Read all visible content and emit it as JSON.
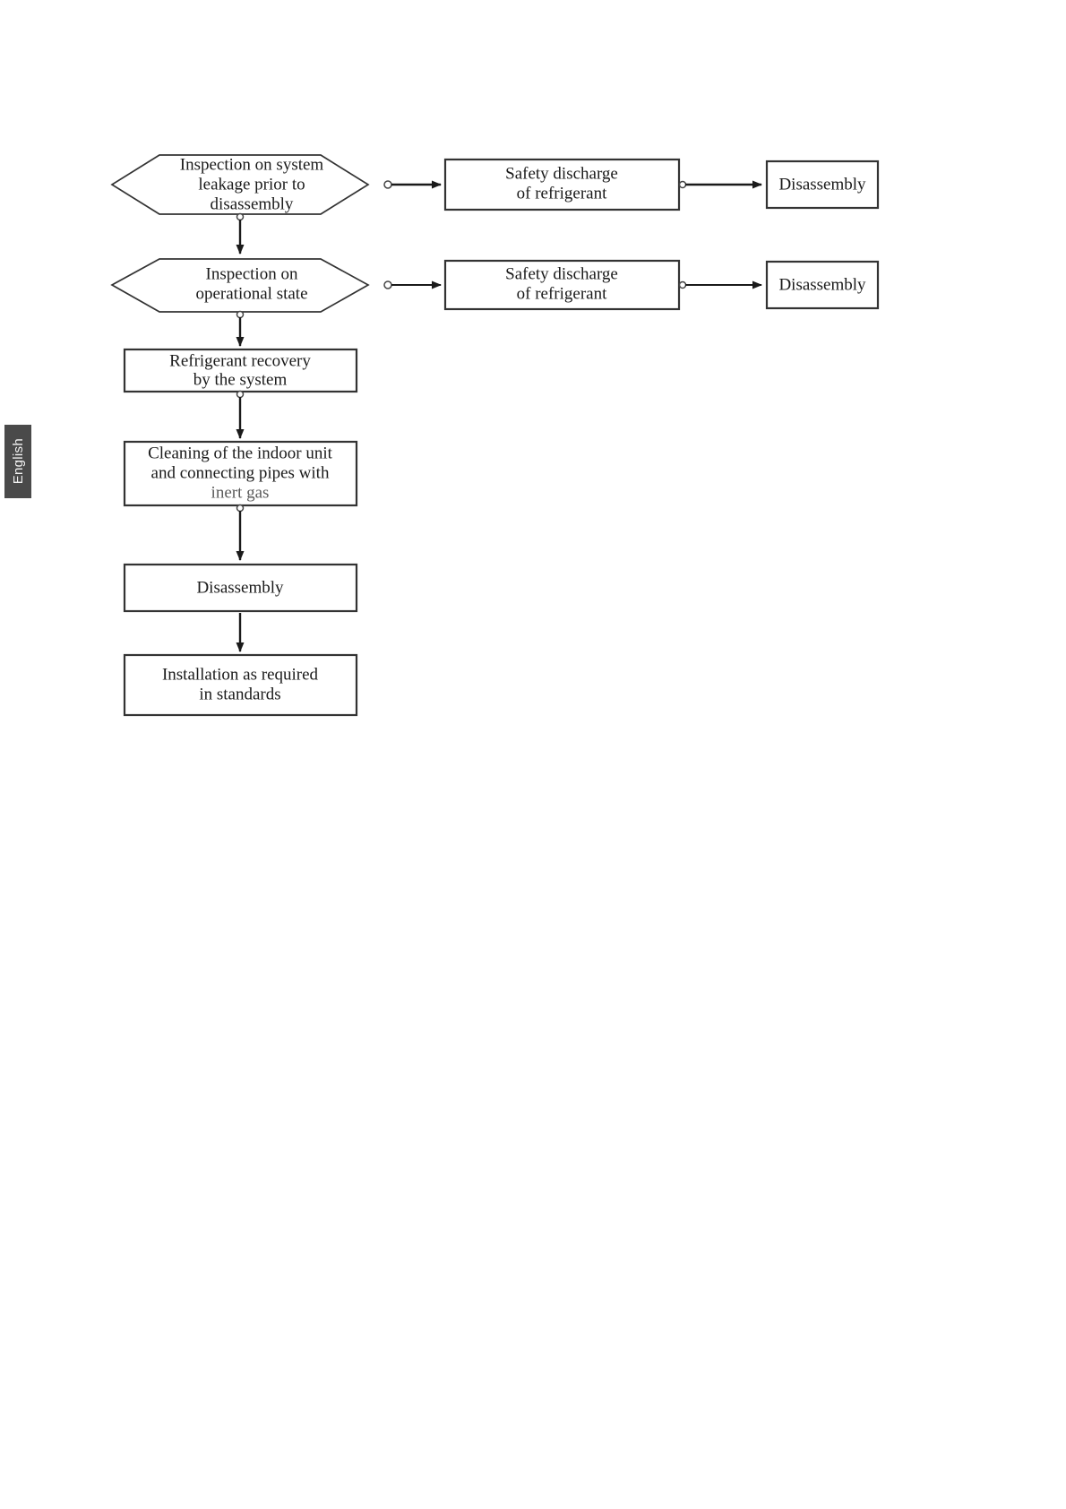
{
  "page": {
    "side_tab_label": "English",
    "background_color": "#ffffff",
    "stroke_color": "#333333",
    "text_color": "#1a1a1a",
    "tab_color": "#4a4a4a"
  },
  "diagram": {
    "type": "flowchart",
    "title": "",
    "nodes": [
      {
        "id": "n1",
        "shape": "hexagon",
        "lines": [
          "Inspection on system",
          "leakage prior to",
          "disassembly"
        ]
      },
      {
        "id": "n2",
        "shape": "rectangle",
        "lines": [
          "Safety discharge",
          "of refrigerant"
        ]
      },
      {
        "id": "n3",
        "shape": "rectangle",
        "lines": [
          "Disassembly"
        ]
      },
      {
        "id": "n4",
        "shape": "hexagon",
        "lines": [
          "Inspection on",
          "operational state"
        ]
      },
      {
        "id": "n5",
        "shape": "rectangle",
        "lines": [
          "Safety discharge",
          "of refrigerant"
        ]
      },
      {
        "id": "n6",
        "shape": "rectangle",
        "lines": [
          "Disassembly"
        ]
      },
      {
        "id": "n7",
        "shape": "rectangle",
        "lines": [
          "Refrigerant recovery",
          "by the system"
        ]
      },
      {
        "id": "n8",
        "shape": "rectangle",
        "lines": [
          "Cleaning of the indoor unit",
          "and connecting pipes with",
          "inert gas"
        ]
      },
      {
        "id": "n9",
        "shape": "rectangle",
        "lines": [
          "Disassembly"
        ]
      },
      {
        "id": "n10",
        "shape": "rectangle",
        "lines": [
          "Installation as required",
          "in standards"
        ]
      }
    ],
    "edges": [
      {
        "from": "n1",
        "to": "n2",
        "direction": "right"
      },
      {
        "from": "n2",
        "to": "n3",
        "direction": "right"
      },
      {
        "from": "n1",
        "to": "n4",
        "direction": "down"
      },
      {
        "from": "n4",
        "to": "n5",
        "direction": "right"
      },
      {
        "from": "n5",
        "to": "n6",
        "direction": "right"
      },
      {
        "from": "n4",
        "to": "n7",
        "direction": "down"
      },
      {
        "from": "n7",
        "to": "n8",
        "direction": "down"
      },
      {
        "from": "n8",
        "to": "n9",
        "direction": "down"
      },
      {
        "from": "n9",
        "to": "n10",
        "direction": "down"
      }
    ]
  }
}
